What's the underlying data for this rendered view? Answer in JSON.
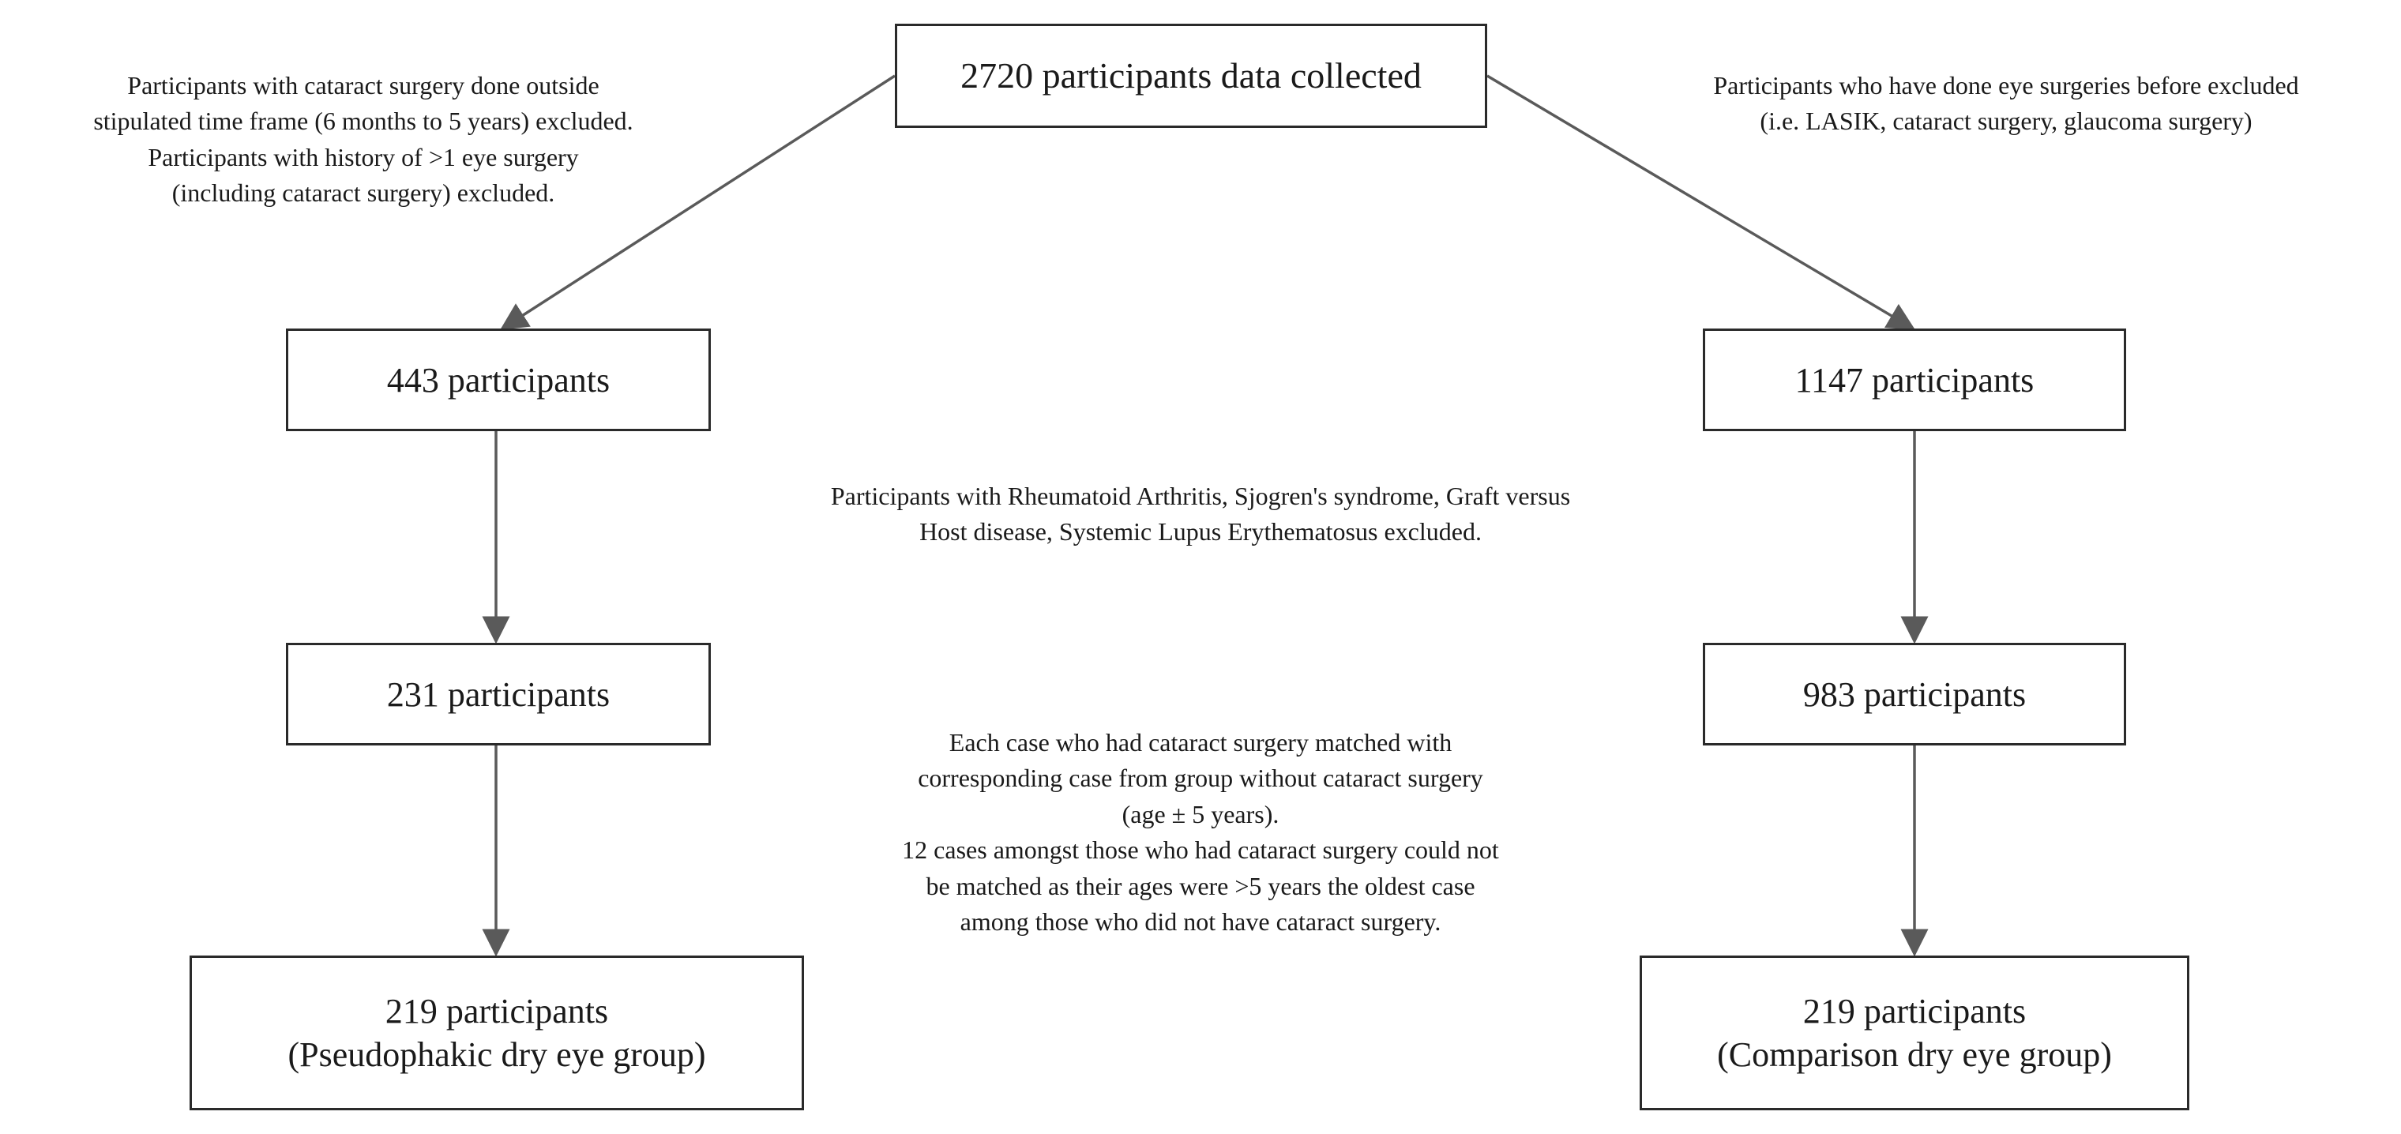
{
  "boxes": {
    "top": "2720 participants data collected",
    "left_1": "443 participants",
    "right_1": "1147 participants",
    "left_2": "231 participants",
    "right_2": "983 participants",
    "left_3": [
      "219 participants",
      "(Pseudophakic dry eye group)"
    ],
    "right_3": [
      "219 participants",
      "(Comparison dry eye group)"
    ]
  },
  "notes": {
    "left_exclusion": [
      "Participants with cataract surgery done outside",
      "stipulated time frame (6 months to 5 years) excluded.",
      "Participants with history of >1 eye surgery",
      "(including cataract surgery) excluded."
    ],
    "right_exclusion": [
      "Participants who have done eye surgeries before excluded",
      "(i.e. LASIK, cataract surgery, glaucoma surgery)"
    ],
    "disease_exclusion": [
      "Participants with Rheumatoid Arthritis, Sjogren's syndrome, Graft versus",
      "Host disease, Systemic Lupus Erythematosus excluded."
    ],
    "matching": [
      "Each case who had cataract surgery matched with",
      "corresponding case from group without cataract surgery",
      "(age ± 5 years).",
      "12 cases amongst those who had cataract surgery could not",
      "be matched as their ages were >5 years the oldest case",
      "among those who did not have cataract surgery."
    ]
  },
  "colors": {
    "arrow": "#5a5a5a",
    "border": "#2a2a2a"
  }
}
